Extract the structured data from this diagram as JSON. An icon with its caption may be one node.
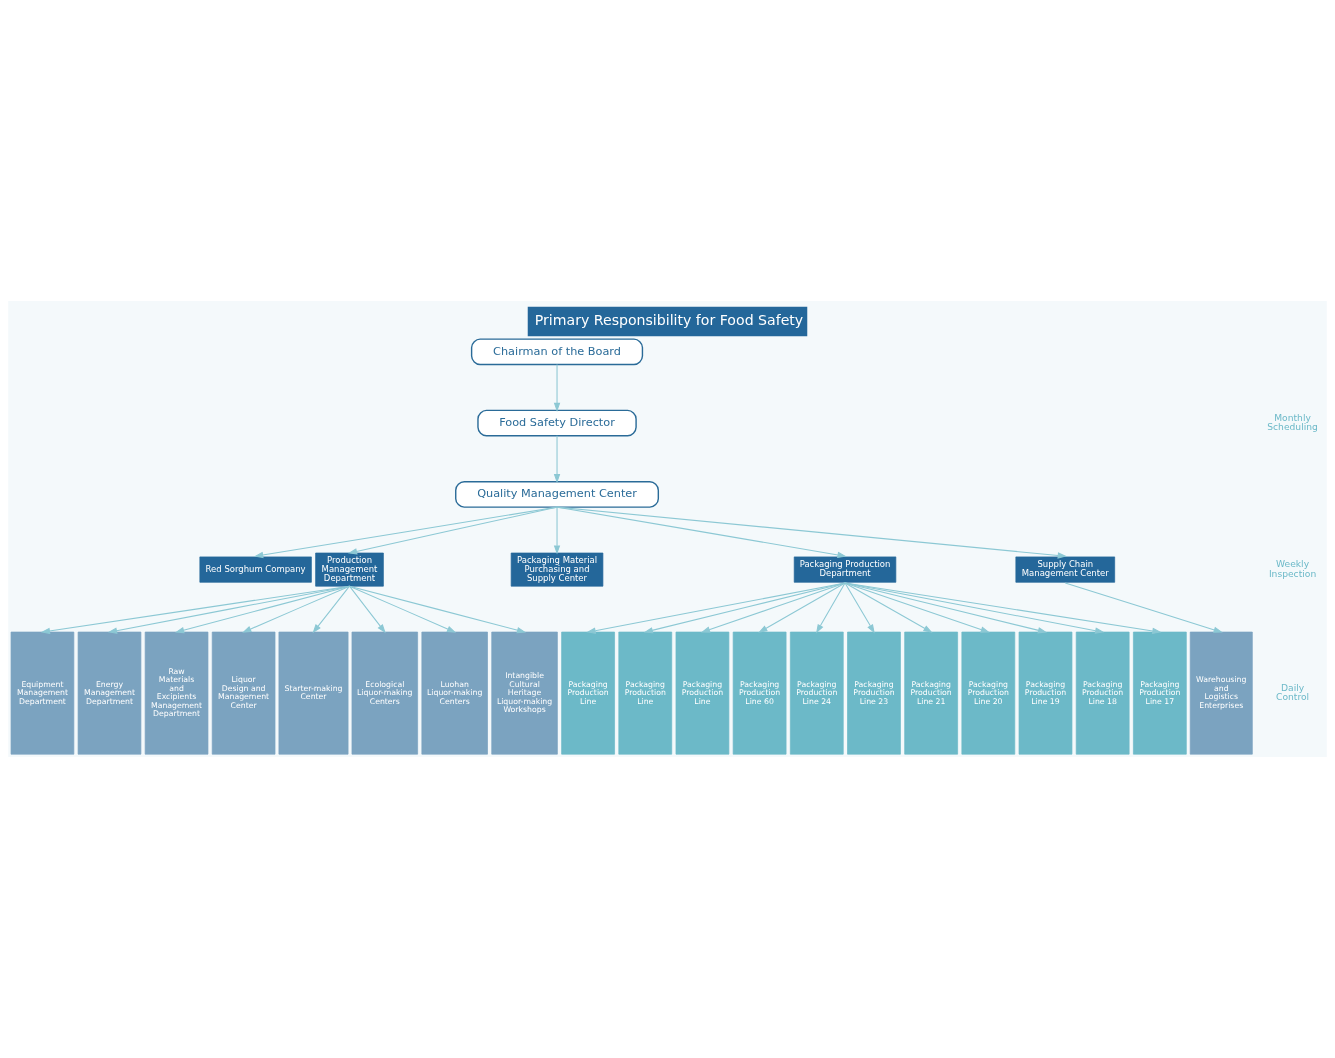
{
  "diagram": {
    "title": "Primary Responsibility for Food Safety",
    "nodes": [
      {
        "text": [
          "Chairman of the Board"
        ]
      },
      {
        "text": [
          "Food Safety Director"
        ]
      },
      {
        "text": [
          "Quality Management Center"
        ]
      },
      {
        "text": [
          "Red Sorghum Company"
        ]
      },
      {
        "text": [
          "Production Management Department"
        ]
      },
      {
        "text": [
          "Packaging Material Purchasing and Supply Center"
        ]
      },
      {
        "text": [
          "Packaging Production Department"
        ]
      },
      {
        "text": [
          "Supply Chain Management Center"
        ]
      },
      {
        "text": [
          "Equipment Management Department"
        ]
      },
      {
        "text": [
          "Energy Management Department"
        ]
      },
      {
        "text": [
          "Raw Materials and Excipients Management Department"
        ]
      },
      {
        "text": [
          "Liquor Design and Management Center"
        ]
      },
      {
        "text": [
          "Starter-making Center"
        ]
      },
      {
        "text": [
          "Ecological Liquor-making Centers"
        ]
      },
      {
        "text": [
          "Luohan Liquor-making Centers"
        ]
      },
      {
        "text": [
          "Intangible Cultural Heritage Liquor-making Workshops"
        ]
      },
      {
        "text": [
          "Packaging Production Line"
        ]
      },
      {
        "text": [
          "Packaging Production Line"
        ]
      },
      {
        "text": [
          "Packaging Production Line"
        ]
      },
      {
        "text": [
          "Packaging Production Line 60"
        ]
      },
      {
        "text": [
          "Packaging Production Line 24"
        ]
      },
      {
        "text": [
          "Packaging Production Line 23"
        ]
      },
      {
        "text": [
          "Packaging Production Line 21"
        ]
      },
      {
        "text": [
          "Packaging Production Line 20"
        ]
      },
      {
        "text": [
          "Packaging Production Line 19"
        ]
      },
      {
        "text": [
          "Packaging Production Line 18"
        ]
      },
      {
        "text": [
          "Packaging Production Line 17"
        ]
      },
      {
        "text": [
          "Warehousing and Logistics Enterprises"
        ]
      }
    ],
    "edges": [
      {
        "from": 0,
        "to": 1,
        "arrow": "to"
      },
      {
        "from": 1,
        "to": 2,
        "arrow": "to"
      },
      {
        "from": 2,
        "to": 3,
        "arrow": "to"
      },
      {
        "from": 2,
        "to": 4,
        "arrow": "to"
      },
      {
        "from": 2,
        "to": 5,
        "arrow": "to"
      },
      {
        "from": 2,
        "to": 6,
        "arrow": "to"
      },
      {
        "from": 2,
        "to": 7,
        "arrow": "to"
      },
      {
        "from": 4,
        "to": 8,
        "arrow": "to"
      },
      {
        "from": 4,
        "to": 9,
        "arrow": "to"
      },
      {
        "from": 4,
        "to": 10,
        "arrow": "to"
      },
      {
        "from": 4,
        "to": 11,
        "arrow": "to"
      },
      {
        "from": 4,
        "to": 12,
        "arrow": "to"
      },
      {
        "from": 4,
        "to": 13,
        "arrow": "to"
      },
      {
        "from": 4,
        "to": 14,
        "arrow": "to"
      },
      {
        "from": 4,
        "to": 15,
        "arrow": "to"
      },
      {
        "from": 6,
        "to": 16,
        "arrow": "to"
      },
      {
        "from": 6,
        "to": 17,
        "arrow": "to"
      },
      {
        "from": 6,
        "to": 18,
        "arrow": "to"
      },
      {
        "from": 6,
        "to": 19,
        "arrow": "to"
      },
      {
        "from": 6,
        "to": 20,
        "arrow": "to"
      },
      {
        "from": 6,
        "to": 21,
        "arrow": "to"
      },
      {
        "from": 6,
        "to": 22,
        "arrow": "to"
      },
      {
        "from": 6,
        "to": 23,
        "arrow": "to"
      },
      {
        "from": 6,
        "to": 24,
        "arrow": "to"
      },
      {
        "from": 6,
        "to": 25,
        "arrow": "to"
      },
      {
        "from": 6,
        "to": 26,
        "arrow": "to"
      },
      {
        "from": 7,
        "to": 27,
        "arrow": "to"
      }
    ],
    "labels": [
      "Monthly Scheduling",
      "Weekly Inspection",
      "Daily Control"
    ]
  }
}
